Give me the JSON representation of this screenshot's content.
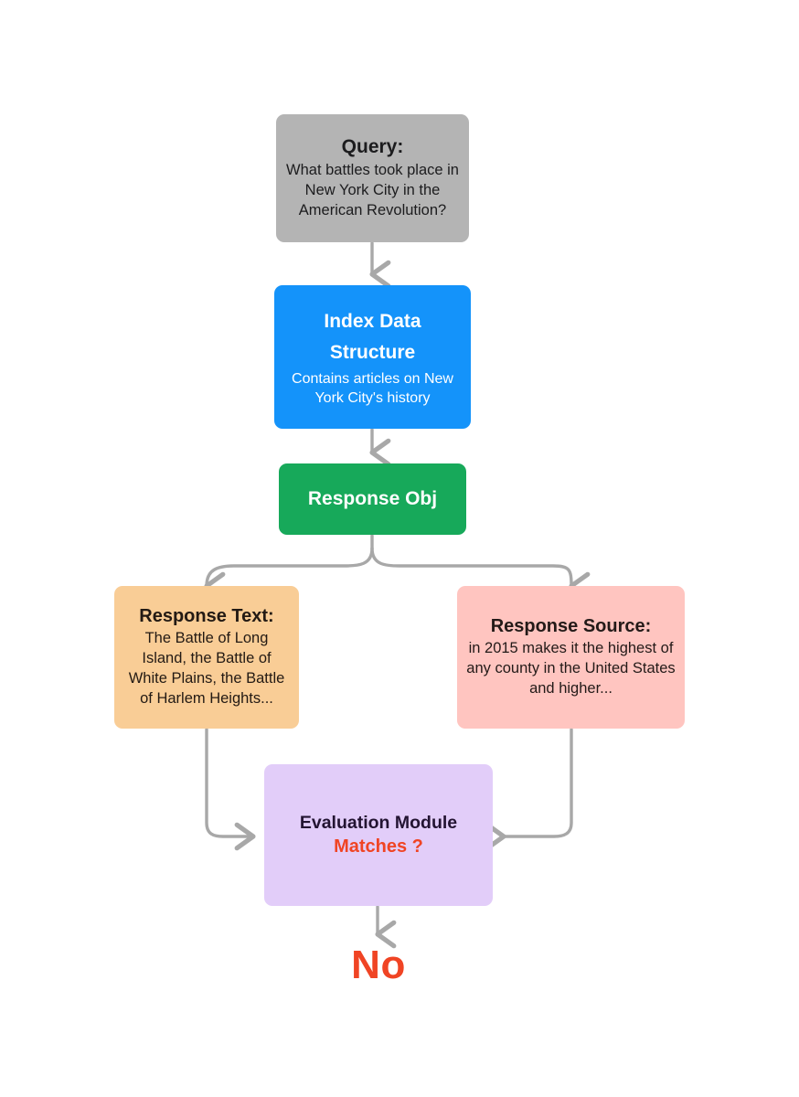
{
  "diagram": {
    "type": "flowchart",
    "background": "#ffffff",
    "edge_color": "#a8a8a8",
    "nodes": [
      {
        "id": "query",
        "title": "Query:",
        "body": "What battles took place in New York City in the American Revolution?",
        "color": "#b4b4b4"
      },
      {
        "id": "index",
        "title": "Index Data Structure",
        "body": "Contains articles on New York City's history",
        "color": "#1493fa"
      },
      {
        "id": "response_obj",
        "title": "Response Obj",
        "color": "#17a95a"
      },
      {
        "id": "response_text",
        "title": "Response Text:",
        "body": "The Battle of Long Island, the Battle of White Plains, the Battle of Harlem Heights...",
        "color": "#f9cd96"
      },
      {
        "id": "response_source",
        "title": "Response Source:",
        "body": "in 2015 makes it the highest of any county in the United States and higher...",
        "color": "#ffc5c0"
      },
      {
        "id": "evaluation",
        "title": "Evaluation Module",
        "subtitle": "Matches ?",
        "color": "#e2cdf9",
        "subtitle_color": "#f04424"
      }
    ],
    "answer": {
      "label": "No",
      "color": "#f04424"
    }
  }
}
